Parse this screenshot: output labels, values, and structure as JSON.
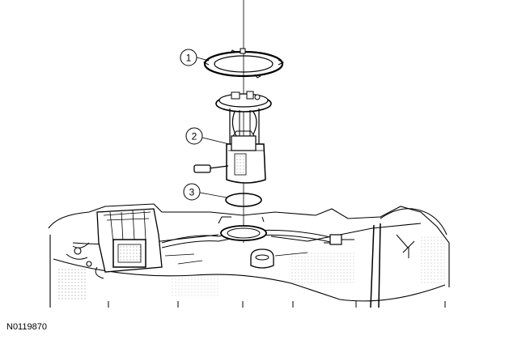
{
  "figure": {
    "id": "N0119870",
    "callouts": [
      {
        "number": "1"
      },
      {
        "number": "2"
      },
      {
        "number": "3"
      }
    ]
  }
}
